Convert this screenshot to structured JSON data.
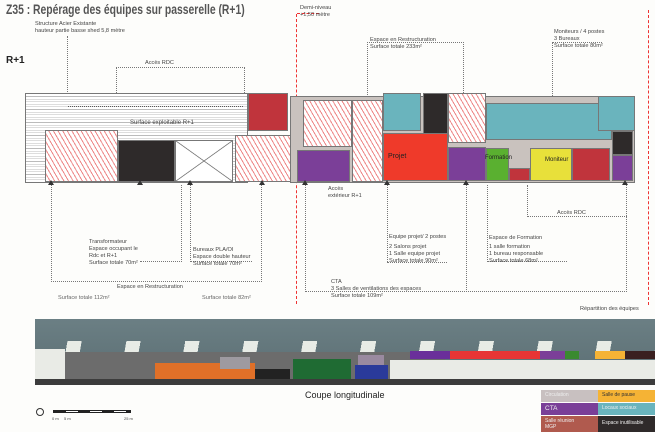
{
  "title": "Z35 : Repérage des équipes sur passerelle (R+1)",
  "level": "R+1",
  "demi_niveau": {
    "line1": "Demi-niveau",
    "line2": "+1,50 mètre"
  },
  "annotations": {
    "structure": {
      "line1": "Structure Acier Existante",
      "line2": "hauteur partie basse shed 5,8 mètre"
    },
    "acces_rdc_left": "Accès  RDC",
    "surface_exploitable": "Surface exploitable R+1",
    "restructuration_top": {
      "line1": "Espace en Restructuration",
      "line2": "Surface totale 233m²"
    },
    "moniteurs": {
      "line1": "Moniteurs / 4 postes",
      "line2": "3 Bureaux",
      "line3": "Surface totale 80m²"
    },
    "transformateur": {
      "line1": "Transformateur",
      "line2": "Espace occupant le",
      "line3": "Rdc et  R+1",
      "line4": "Surface totale 70m²"
    },
    "bureaux_pla": {
      "line1": "Bureaux PLA/OI",
      "line2": "Espace double hauteur",
      "line3": "Surface totale 70m²"
    },
    "restructuration_bottom": {
      "label": "Espace en Restructuration",
      "left": "Surface totale 112m²",
      "right": "Surface totale 82m²"
    },
    "acces_exterieur": {
      "line1": "Accès",
      "line2": "extérieur R+1"
    },
    "equipe_projet": {
      "line1": "Equipe projet/ 2 postes",
      "line2": "2 Salons projet",
      "line3": "1 Salle equipe projet",
      "line4": "Surface totale 90m²"
    },
    "cta": {
      "line1": "CTA",
      "line2": "3 Salles de ventilations des espaces",
      "line3": "Surface totale 109m²"
    },
    "formation": {
      "line1": "Espace de Formation",
      "line2": "1 salle formation",
      "line3": "1 bureau responsable",
      "line4": "Surface totale 68m²"
    },
    "acces_rdc_right": "Accès  RDC"
  },
  "plan_labels": {
    "projet": "Projet",
    "formation": "Formation",
    "moniteur": "Moniteur"
  },
  "section": {
    "title": "Coupe longitudinale",
    "repartition": "Répartition des équipes"
  },
  "legend": [
    {
      "label": "Circulation",
      "color": "#c8c0c0"
    },
    {
      "label": "Salle de pause",
      "color": "#f5b335"
    },
    {
      "label": "CTA",
      "color": "#7a3f98"
    },
    {
      "label": "Locaux sociaux",
      "color": "#6ab4bd"
    },
    {
      "label": "Salle réunion",
      "label2": "MGP",
      "color": "#b05a4e"
    },
    {
      "label": "Espace inutilisable",
      "color": "#2f2a2a"
    }
  ],
  "scale": {
    "labels": [
      "0 m",
      "5 m",
      "25 m"
    ]
  }
}
